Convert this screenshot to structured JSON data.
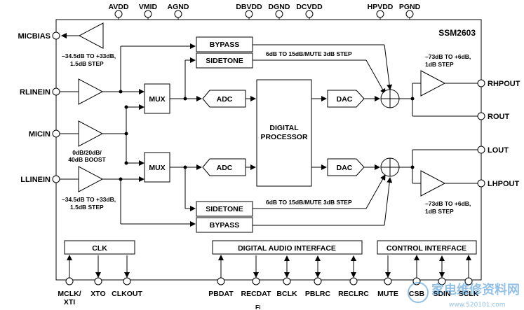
{
  "chip": {
    "name": "SSM2603"
  },
  "top_pins": [
    "AVDD",
    "VMID",
    "AGND",
    "DBVDD",
    "DGND",
    "DCVDD",
    "HPVDD",
    "PGND"
  ],
  "left_pins": {
    "micbias": "MICBIAS",
    "rlinein": "RLINEIN",
    "micin": "MICIN",
    "llinein": "LLINEIN"
  },
  "right_pins": {
    "rhpout": "RHPOUT",
    "rout": "ROUT",
    "lout": "LOUT",
    "lhpout": "LHPOUT"
  },
  "bottom_pins": {
    "mclk_xti": [
      "MCLK/",
      "XTI"
    ],
    "xto": "XTO",
    "clkout": "CLKOUT",
    "pbdat": "PBDAT",
    "recdat": "RECDAT",
    "bclk": "BCLK",
    "pblrc": "PBLRC",
    "reclrc": "RECLRC",
    "mute": "MUTE",
    "csb": "CSB",
    "sdin": "SDIN",
    "sclk": "SCLK"
  },
  "blocks": {
    "bypass": "BYPASS",
    "sidetone": "SIDETONE",
    "mux": "MUX",
    "adc": "ADC",
    "dac": "DAC",
    "processor": [
      "DIGITAL",
      "PROCESSOR"
    ],
    "clk": "CLK",
    "dai": "DIGITAL AUDIO INTERFACE",
    "ci": "CONTROL INTERFACE"
  },
  "notes": {
    "line_gain": [
      "–34.5dB TO +33dB,",
      "1.5dB STEP"
    ],
    "mic_boost": [
      "0dB/20dB/",
      "40dB BOOST"
    ],
    "sidetone_step": "6dB TO 15dB/MUTE 3dB STEP",
    "hp_gain": [
      "–73dB TO +6dB,",
      "1dB STEP"
    ]
  },
  "watermark": {
    "text": "家电维修资料网",
    "url": "www.520101.com"
  },
  "caption_fragment": "Fi"
}
